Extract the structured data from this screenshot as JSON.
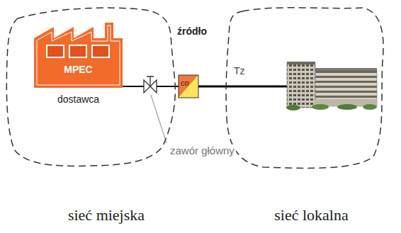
{
  "diagram": {
    "nodes": [
      {
        "text": [
          "sieć miejska"
        ]
      },
      {
        "text": [
          "MPEC",
          "dostawca"
        ],
        "in": 0
      },
      {
        "text": [
          "źródło",
          "co"
        ]
      },
      {
        "text": [
          "sieć lokalna"
        ]
      }
    ],
    "edges": [
      {
        "from": 1,
        "to": 2,
        "arrow": "none"
      }
    ],
    "labels": [
      "zawór główny",
      "Tz"
    ]
  }
}
